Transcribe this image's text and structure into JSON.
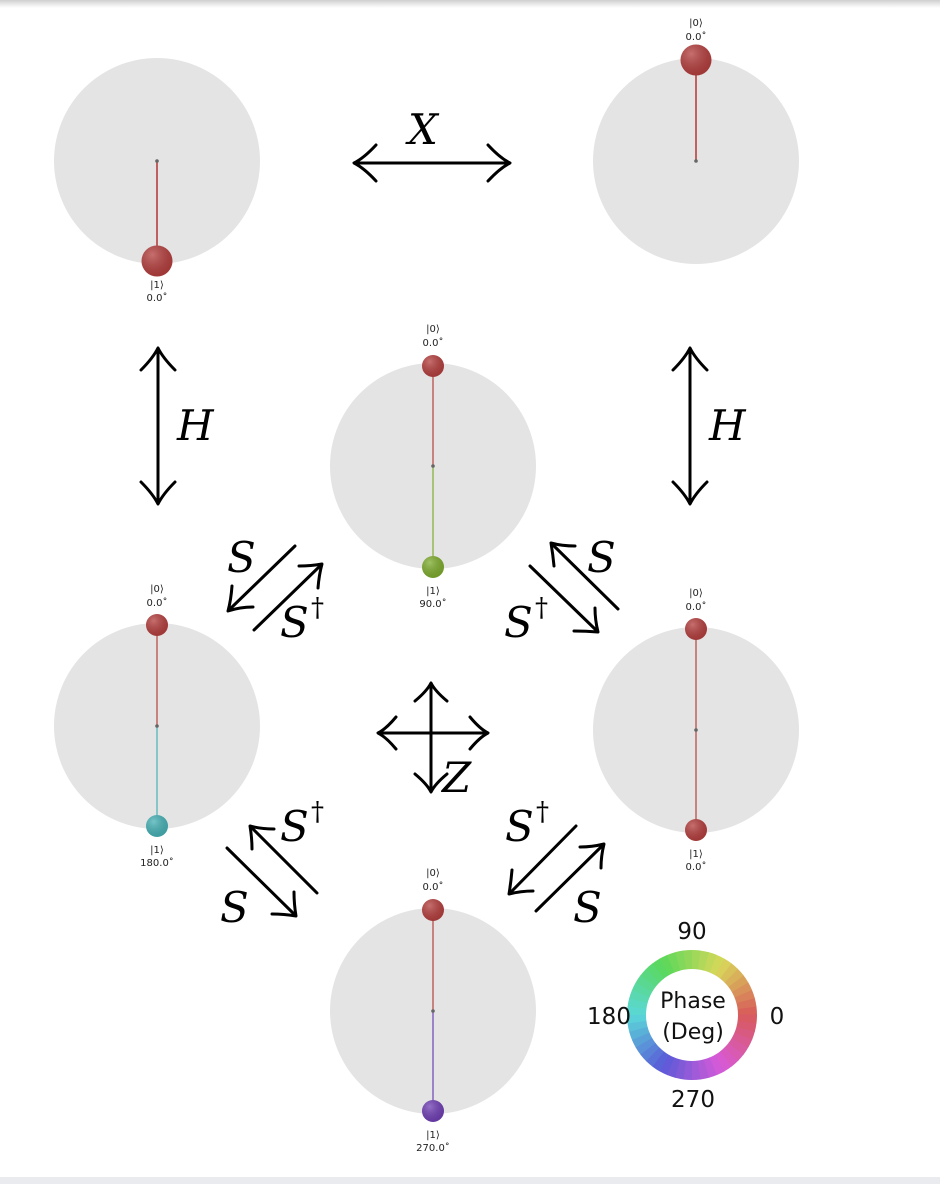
{
  "states": [
    {
      "id": "one",
      "top_ket": "",
      "top_phase": "",
      "bottom_ket": "|1⟩",
      "bottom_phase": "0.0˚",
      "top_color": "",
      "bottom_color": "#b5403f"
    },
    {
      "id": "zero",
      "top_ket": "|0⟩",
      "top_phase": "0.0˚",
      "bottom_ket": "",
      "bottom_phase": "",
      "top_color": "#b5403f",
      "bottom_color": ""
    },
    {
      "id": "plus_i",
      "top_ket": "|0⟩",
      "top_phase": "0.0˚",
      "bottom_ket": "|1⟩",
      "bottom_phase": "90.0˚",
      "top_color": "#b5403f",
      "bottom_color": "#7fad2f"
    },
    {
      "id": "minus",
      "top_ket": "|0⟩",
      "top_phase": "0.0˚",
      "bottom_ket": "|1⟩",
      "bottom_phase": "180.0˚",
      "top_color": "#b5403f",
      "bottom_color": "#47b2b6"
    },
    {
      "id": "plus",
      "top_ket": "|0⟩",
      "top_phase": "0.0˚",
      "bottom_ket": "|1⟩",
      "bottom_phase": "0.0˚",
      "top_color": "#b5403f",
      "bottom_color": "#b5403f"
    },
    {
      "id": "minus_i",
      "top_ket": "|0⟩",
      "top_phase": "0.0˚",
      "bottom_ket": "|1⟩",
      "bottom_phase": "270.0˚",
      "top_color": "#b5403f",
      "bottom_color": "#7140b5"
    }
  ],
  "gates": {
    "x": "X",
    "h_left": "H",
    "h_right": "H",
    "s": "S",
    "dagger": "†",
    "z": "Z"
  },
  "phase_wheel": {
    "title_line1": "Phase",
    "title_line2": "(Deg)",
    "label_90": "90",
    "label_180": "180",
    "label_0": "0",
    "label_270": "270"
  },
  "colors": {
    "sphere": "#e4e4e4",
    "arrow": "#000000"
  }
}
